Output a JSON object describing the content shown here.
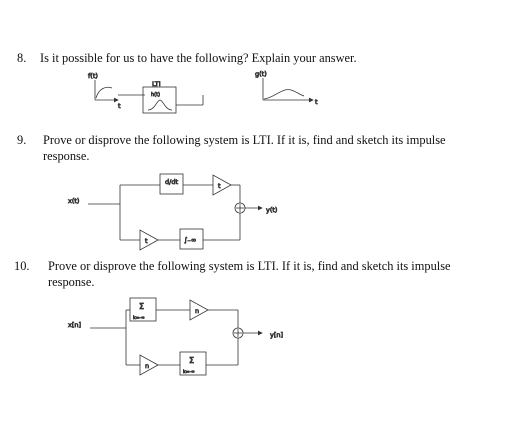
{
  "q8": {
    "number": "8.",
    "text": "Is it possible for us to have the following? Explain your answer.",
    "input_label": "f(t)",
    "system_label": "LTI",
    "impulse_label": "h(t)",
    "output_label": "g(t)",
    "t_label": "t"
  },
  "q9": {
    "number": "9.",
    "line1": "Prove or disprove the following system is LTI. If it is, find and sketch its impulse",
    "line2": "response.",
    "input_label": "x(t)",
    "output_label": "y(t)",
    "top_block": "d/dt",
    "top_gain": "t",
    "bottom_gain": "t",
    "bottom_block": "∫₋∞"
  },
  "q10": {
    "number": "10.",
    "line1": "Prove or disprove the following system is LTI. If it is, find and sketch its impulse",
    "line2": "response.",
    "input_label": "x[n]",
    "output_label": "y[n]",
    "top_block_sym": "Σ",
    "top_block_sub": "k=-∞",
    "top_gain": "n",
    "bottom_gain": "n",
    "bottom_block_sym": "Σ",
    "bottom_block_sub": "k=-∞"
  }
}
